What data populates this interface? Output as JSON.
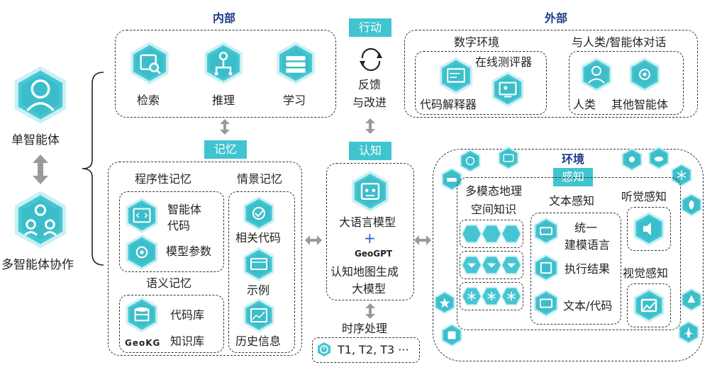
{
  "agents": {
    "single": "单智能体",
    "multi": "多智能体协作"
  },
  "internal": {
    "title": "内部",
    "items": [
      "检索",
      "推理",
      "学习"
    ]
  },
  "action": {
    "tag": "行动",
    "feedback_line1": "反馈",
    "feedback_line2": "与改进"
  },
  "external": {
    "title": "外部",
    "digital_env": "数字环境",
    "online_evaluator": "在线测评器",
    "code_interpreter": "代码解释器",
    "dialog": "与人类/智能体对话",
    "human": "人类",
    "other_agents": "其他智能体"
  },
  "memory": {
    "tag": "记忆",
    "procedural": "程序性记忆",
    "agent_code_line1": "智能体",
    "agent_code_line2": "代码",
    "model_params": "模型参数",
    "semantic": "语义记忆",
    "code_lib": "代码库",
    "kb": "知识库",
    "kb_logo": "GeoKG",
    "episodic": "情景记忆",
    "related_code": "相关代码",
    "example": "示例",
    "history": "历史信息"
  },
  "cognition": {
    "tag": "认知",
    "llm": "大语言模型",
    "plus": "+",
    "geogpt": "GeoGPT",
    "carto_line1": "认知地图生成",
    "carto_line2": "大模型",
    "temporal": "时序处理",
    "timesteps": "T1, T2, T3 ···"
  },
  "environment": {
    "title": "环境",
    "perception_tag": "感知",
    "multimodal_line1": "多模态地理",
    "multimodal_line2": "空间知识",
    "text_perception": "文本感知",
    "unified_line1": "统一",
    "unified_line2": "建模语言",
    "exec_result": "执行结果",
    "text_code": "文本/代码",
    "audio": "听觉感知",
    "visual": "视觉感知"
  },
  "colors": {
    "accent": "#40c4cf",
    "hex_fill": "#46c6d2",
    "hex_outer": "#bfeef2",
    "title": "#1f3a8a"
  }
}
